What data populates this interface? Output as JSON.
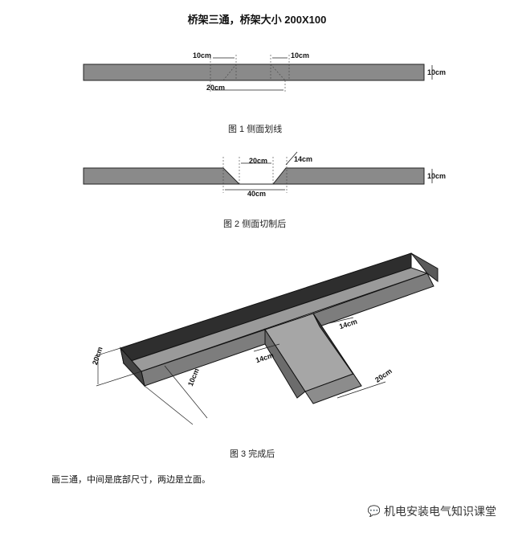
{
  "title": "桥架三通，桥架大小 200X100",
  "fig1": {
    "caption": "图 1  侧面划线",
    "dim_left_10": "10cm",
    "dim_right_10": "10cm",
    "dim_20": "20cm",
    "dim_height": "10cm"
  },
  "fig2": {
    "caption": "图 2  侧面切制后",
    "dim_20": "20cm",
    "dim_14": "14cm",
    "dim_40": "40cm",
    "dim_height": "10cm"
  },
  "fig3": {
    "caption": "图 3  完成后",
    "dim_20_left": "20cm",
    "dim_10": "10cm",
    "dim_14_center": "14cm",
    "dim_14_right": "14cm",
    "dim_20_right": "20cm"
  },
  "note": "画三通，中间是底部尺寸，两边是立面。",
  "watermark": "机电安装电气知识课堂",
  "colors": {
    "steel": "#8a8a8a",
    "steel_dark": "#2e2e2e",
    "steel_light": "#b4b4b4"
  }
}
